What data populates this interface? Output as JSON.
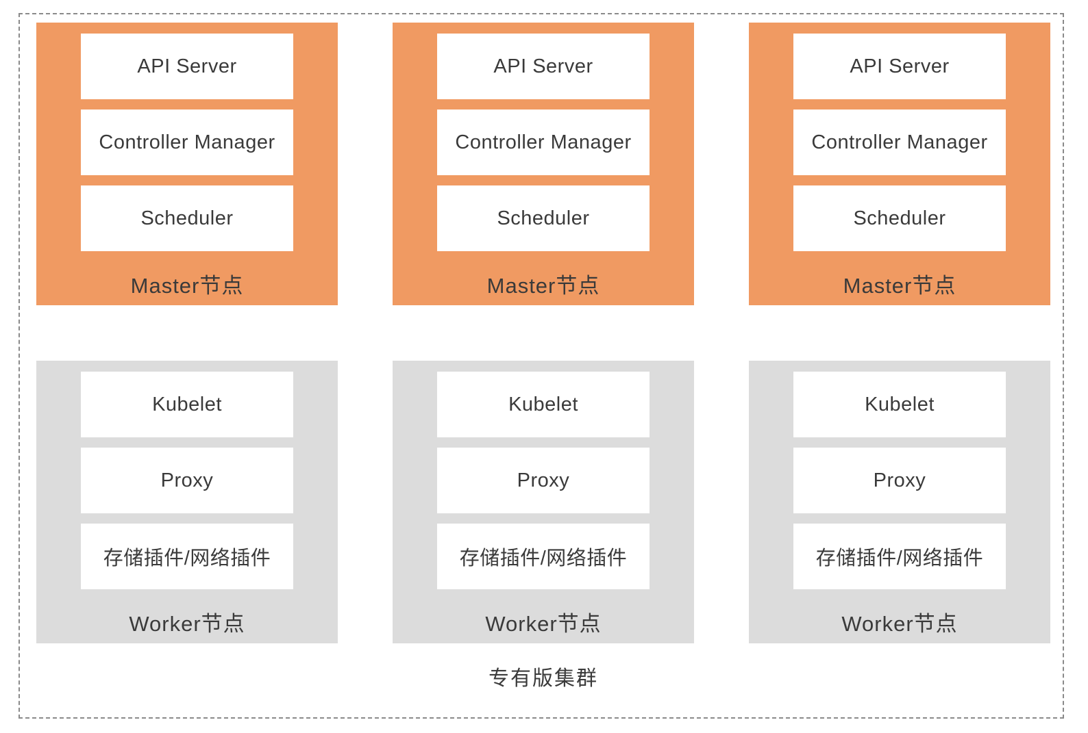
{
  "cluster": {
    "caption": "专有版集群",
    "masters": [
      {
        "label": "Master节点",
        "components": [
          "API Server",
          "Controller Manager",
          "Scheduler"
        ]
      },
      {
        "label": "Master节点",
        "components": [
          "API Server",
          "Controller Manager",
          "Scheduler"
        ]
      },
      {
        "label": "Master节点",
        "components": [
          "API Server",
          "Controller Manager",
          "Scheduler"
        ]
      }
    ],
    "workers": [
      {
        "label": "Worker节点",
        "components": [
          "Kubelet",
          "Proxy",
          "存储插件/网络插件"
        ]
      },
      {
        "label": "Worker节点",
        "components": [
          "Kubelet",
          "Proxy",
          "存储插件/网络插件"
        ]
      },
      {
        "label": "Worker节点",
        "components": [
          "Kubelet",
          "Proxy",
          "存储插件/网络插件"
        ]
      }
    ],
    "colors": {
      "master_bg": "#f09a62",
      "worker_bg": "#dcdcdc",
      "component_bg": "#ffffff",
      "border": "#8a8a8a",
      "text": "#3a3a3a"
    }
  }
}
